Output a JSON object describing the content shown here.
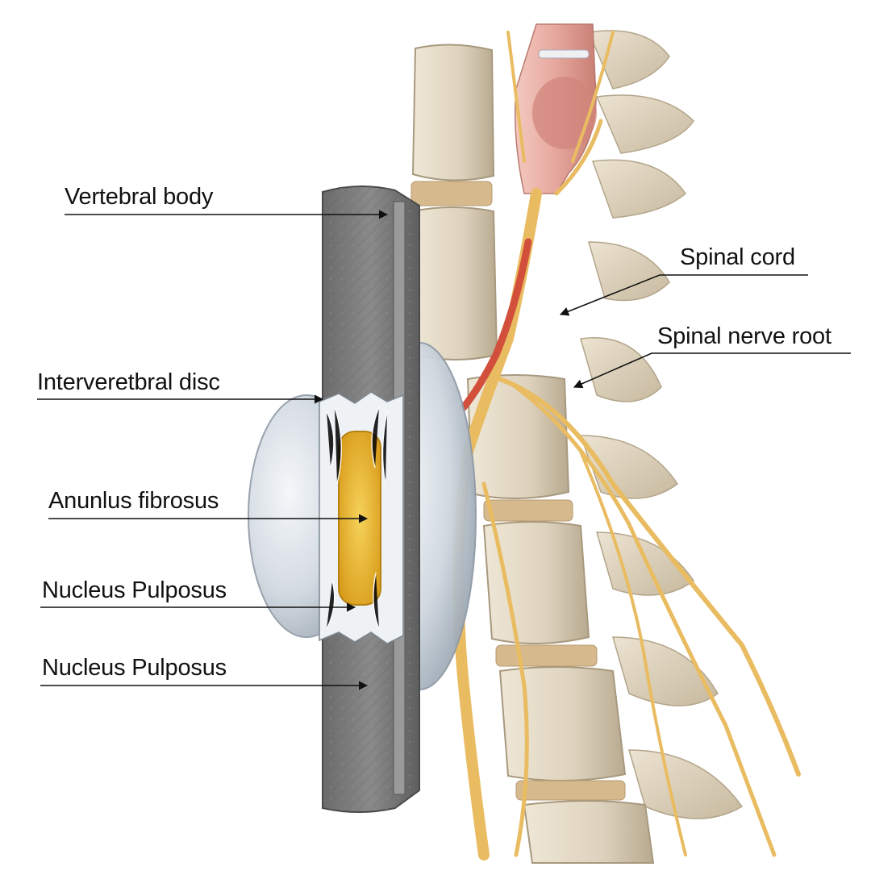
{
  "labels": {
    "vertebral_body": "Vertebral body",
    "intervertebral_disc": "Interveretbral disc",
    "anulus_fibrosus": "Anunlus fibrosus",
    "nucleus_pulposus_1": "Nucleus Pulposus",
    "nucleus_pulposus_2": "Nucleus Pulposus",
    "spinal_cord": "Spinal cord",
    "spinal_nerve_root": "Spinal nerve root"
  },
  "colors": {
    "bone": "#e2d8c4",
    "bone_shadow": "#b9ab92",
    "disc_gray": "#7a7a7a",
    "bulge": "#d6dde4",
    "nucleus": "#e8b730",
    "nerve": "#e9bc62",
    "cord": "#e8b0a8",
    "cord_red": "#d24f3c",
    "leader": "#111111"
  }
}
